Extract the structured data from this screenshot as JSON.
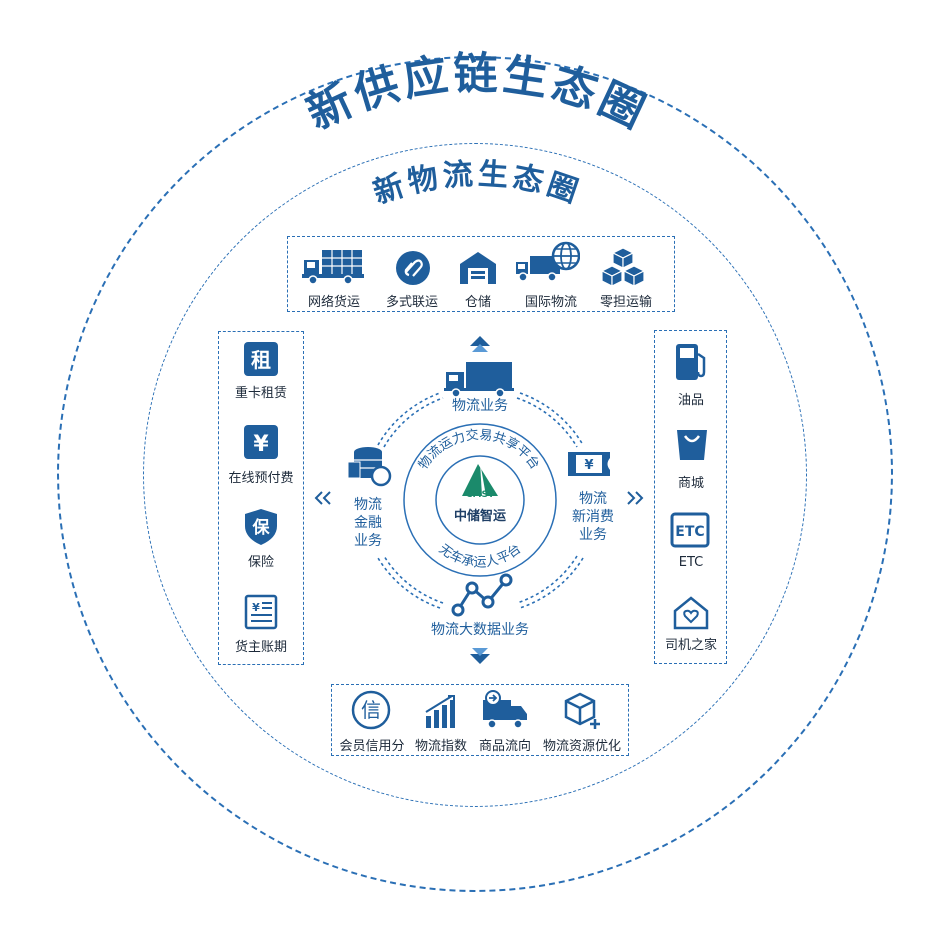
{
  "title_outer": "新供应链生态圈",
  "title_inner": "新物流生态圈",
  "top_services": [
    "网络货运",
    "多式联运",
    "仓储",
    "国际物流",
    "零担运输"
  ],
  "left_services": [
    "重卡租赁",
    "在线预付费",
    "保险",
    "货主账期"
  ],
  "left_icon_glyphs": [
    "租",
    "¥",
    "保",
    "¥"
  ],
  "right_services": [
    "油品",
    "商城",
    "ETC",
    "司机之家"
  ],
  "right_etc_glyph": "ETC",
  "bottom_services": [
    "会员信用分",
    "物流指数",
    "商品流向",
    "物流资源优化"
  ],
  "bottom_credit_glyph": "信",
  "core": {
    "top_label": "物流业务",
    "left_label_lines": [
      "物流",
      "金融",
      "业务"
    ],
    "right_label_lines": [
      "物流",
      "新消费",
      "业务"
    ],
    "bottom_label": "物流大数据业务",
    "ring_top_text": "物流运力交易共享平台",
    "ring_bottom_text": "无车承运人平台",
    "logo_text": "中储智运",
    "logo_mark": "CMST",
    "coupon_glyph": "¥"
  },
  "colors": {
    "primary": "#1f5e9c",
    "dashed": "#2a6fb5",
    "logo_green": "#1b8a6b",
    "text": "#1d2a3a"
  }
}
